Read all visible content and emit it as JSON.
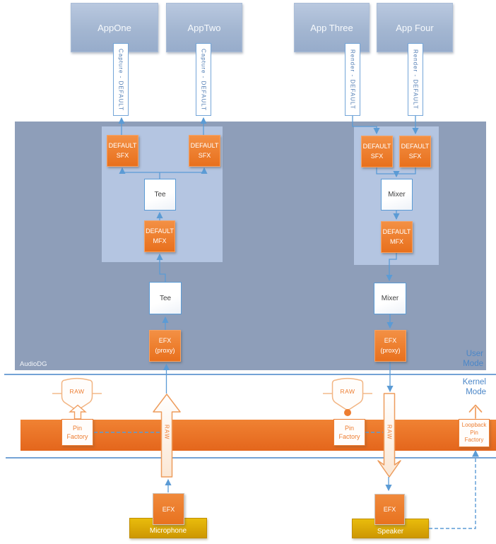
{
  "apps": [
    {
      "label": "AppOne",
      "stream": "Capture - DEFAULT"
    },
    {
      "label": "AppTwo",
      "stream": "Capture - DEFAULT"
    },
    {
      "label": "App Three",
      "stream": "Render - DEFAULT"
    },
    {
      "label": "App Four",
      "stream": "Render - DEFAULT"
    }
  ],
  "audiodg": {
    "label": "AudioDG",
    "capture": {
      "sfx1": "DEFAULT\nSFX",
      "sfx2": "DEFAULT\nSFX",
      "tee_upper": "Tee",
      "mfx": "DEFAULT\nMFX",
      "tee_lower": "Tee",
      "efx": "EFX\n(proxy)"
    },
    "render": {
      "sfx1": "DEFAULT\nSFX",
      "sfx2": "DEFAULT\nSFX",
      "mixer_upper": "Mixer",
      "mfx": "DEFAULT\nMFX",
      "mixer_lower": "Mixer",
      "efx": "EFX\n(proxy)"
    }
  },
  "modes": {
    "user": "User\nMode",
    "kernel": "Kernel\nMode"
  },
  "kernel": {
    "raw_setting_capture": "RAW",
    "raw_setting_render": "RAW",
    "pin_factory_capture": "Pin\nFactory",
    "pin_factory_render": "Pin\nFactory",
    "loopback_pin_factory": "Loopback\nPin\nFactory",
    "raw_stream_capture": "RAW",
    "raw_stream_render": "RAW"
  },
  "devices": {
    "efx_capture": "EFX",
    "efx_render": "EFX",
    "microphone": "Microphone",
    "speaker": "Speaker"
  },
  "colors": {
    "accent_orange": "#ed7d31",
    "accent_blue": "#5b9bd5",
    "region_fill": "#8e9eb9",
    "panel_fill": "#b4c5e1",
    "device_gold": "#d7a202"
  }
}
